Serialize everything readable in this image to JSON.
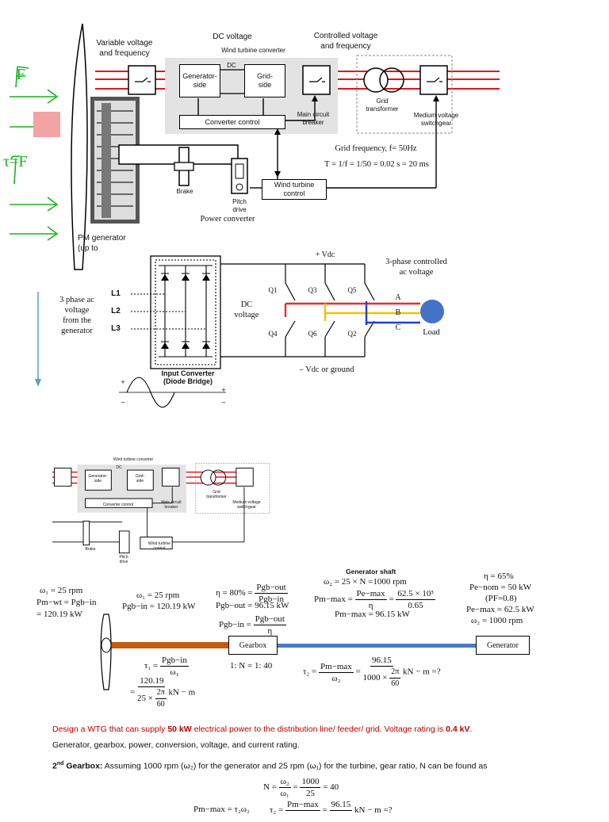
{
  "top_diagram": {
    "variable_voltage": "Variable voltage\nand frequency",
    "dc_voltage": "DC voltage",
    "wind_turbine_converter": "Wind turbine converter",
    "dc": "DC",
    "controlled_voltage": "Controlled voltage\nand frequency",
    "generator_side": "Generator-\nside",
    "grid_side": "Grid-\nside",
    "converter_control": "Converter control",
    "main_circuit_breaker": "Main circuit\nbreaker",
    "grid_transformer": "Grid\ntransformer",
    "mv_switchgear": "Medium voltage\nswitchgear",
    "grid_frequency": "Grid frequency, f= 50Hz",
    "period": "T = 1/f = 1/50 = 0.02 s = 20 ms",
    "brake": "Brake",
    "pitch_drive": "Pitch\ndrive",
    "wind_turbine_control": "Wind turbine\ncontrol",
    "power_converter": "Power converter",
    "pm_generator": "PM generator\n(up to"
  },
  "handwriting": {
    "f_label": "F",
    "torque_label": "τ=F"
  },
  "inverter_diagram": {
    "plus_vdc": "+ Vdc",
    "three_phase_controlled": "3-phase controlled\nac voltage",
    "three_phase_ac": "3 phase ac\nvoltage\nfrom the\ngenerator",
    "lines": [
      "L1",
      "L2",
      "L3"
    ],
    "dc_voltage": "DC\nvoltage",
    "switches_top": [
      "Q1",
      "Q3",
      "Q5"
    ],
    "switches_bottom": [
      "Q4",
      "Q6",
      "Q2"
    ],
    "phases": [
      "A",
      "B",
      "C"
    ],
    "load": "Load",
    "minus_vdc": "– Vdc or ground",
    "input_converter": "Input Converter\n(Diode Bridge)",
    "plus": "+",
    "minus": "–",
    "plus_right": "+",
    "minus_right": "–"
  },
  "small_diagram": {
    "wind_turbine_converter": "Wind turbine converter",
    "dc": "DC",
    "generator_side": "Generator-\nside",
    "grid_side": "Grid-\nside",
    "converter_control": "Converter control",
    "main_circuit_breaker": "Main circuit\nbreaker",
    "grid_transformer": "Grid\ntransformer",
    "mv_switchgear": "Medium voltage\nswitchgear",
    "brake": "Brake",
    "pitch_drive": "Pitch\ndrive",
    "wind_turbine_control": "Wind turbine\ncontrol"
  },
  "calc": {
    "w1_a": "ω₁ = 25 rpm",
    "pm_wt": "Pm−wt = Pgb−in",
    "pm_wt_val": "= 120.19 kW",
    "w1_b": "ω₁ = 25 rpm",
    "pgb_in_b": "Pgb−in = 120.19 kW",
    "eta_label": "η = 80% =",
    "eta_num": "Pgb−out",
    "eta_den": "Pgb−in",
    "pgb_out": "Pgb−out = 96.15 kW",
    "pgb_in_eq": "Pgb−in =",
    "pgb_in_num": "Pgb−out",
    "pgb_in_den": "η",
    "gen_shaft": "Generator shaft",
    "w2": "ω₂ = 25 × N =1000 rpm",
    "pm_max_lhs": "Pm−max =",
    "pm_max_num1": "Pe−max",
    "pm_max_den1": "η",
    "pm_max_eq": "=",
    "pm_max_num2": "62.5 × 10³",
    "pm_max_den2": "0.65",
    "pm_max_val": "Pm−max = 96.15 kW",
    "eta65": "η = 65%",
    "pe_nom": "Pe−nom = 50 kW",
    "pf": "(PF=0.8)",
    "pe_max": "Pe−max = 62.5 kW",
    "w2_b": "ω₂ = 1000 rpm",
    "gearbox": "Gearbox",
    "generator": "Generator",
    "tau1_lhs": "τ₁ =",
    "tau1_num": "Pgb−in",
    "tau1_den": "ω₁",
    "tau1_eq": "=",
    "tau1_num2": "120.19",
    "tau1_den2a": "25 ×",
    "tau1_den2_num": "2π",
    "tau1_den2_den": "60",
    "tau1_unit": "kN − m",
    "ratio": "1: N = 1: 40",
    "tau2_lhs": "τ₂ =",
    "tau2_num1": "Pm−max",
    "tau2_den1": "ω₂",
    "tau2_eq": "=",
    "tau2_num2": "96.15",
    "tau2_den2a": "1000 ×",
    "tau2_den2_num": "2π",
    "tau2_den2_den": "60",
    "tau2_unit": "kN − m =?"
  },
  "text": {
    "design_pre": "Design a WTG that can supply ",
    "design_b1": "50 kW",
    "design_mid": " electrical power to the distribution line/ feeder/ grid. Voltage rating is ",
    "design_b2": "0.4 kV",
    "design_end": ".",
    "ratings": "Generator, gearbox, power, conversion, voltage, and current rating.",
    "gear_2": "2",
    "gear_nd": "nd",
    "gear_bold": " Gearbox:",
    "gear_text": " Assuming 1000 rpm (ω₂) for the generator and 25 rpm (ω₁) for the turbine, gear ratio, N can be found as",
    "n_lhs": "N =",
    "n_num1": "ω₂",
    "n_den1": "ω₁",
    "n_eq": "=",
    "n_num2": "1000",
    "n_den2": "25",
    "n_res": "= 40",
    "bottom_p": "Pm−max = τ₂ω₂",
    "bottom_tau": "τ₂ =",
    "bottom_num1": "Pm−max",
    "bottom_eq": "=",
    "bottom_num2": "96.15",
    "bottom_unit": "kN − m =?"
  },
  "colors": {
    "red_line": "#e8141e",
    "load": "#4472c4",
    "shaft_brown": "#c55a11",
    "shaft_blue": "#4a7cc4",
    "phase_red": "#e03030",
    "phase_yellow": "#f2c200",
    "phase_blue": "#1f3fd0",
    "handwriting": "#19b319",
    "pink_box": "#f4a3a3",
    "arrow_blue": "#5b9bd5",
    "design_red": "#c00000"
  }
}
